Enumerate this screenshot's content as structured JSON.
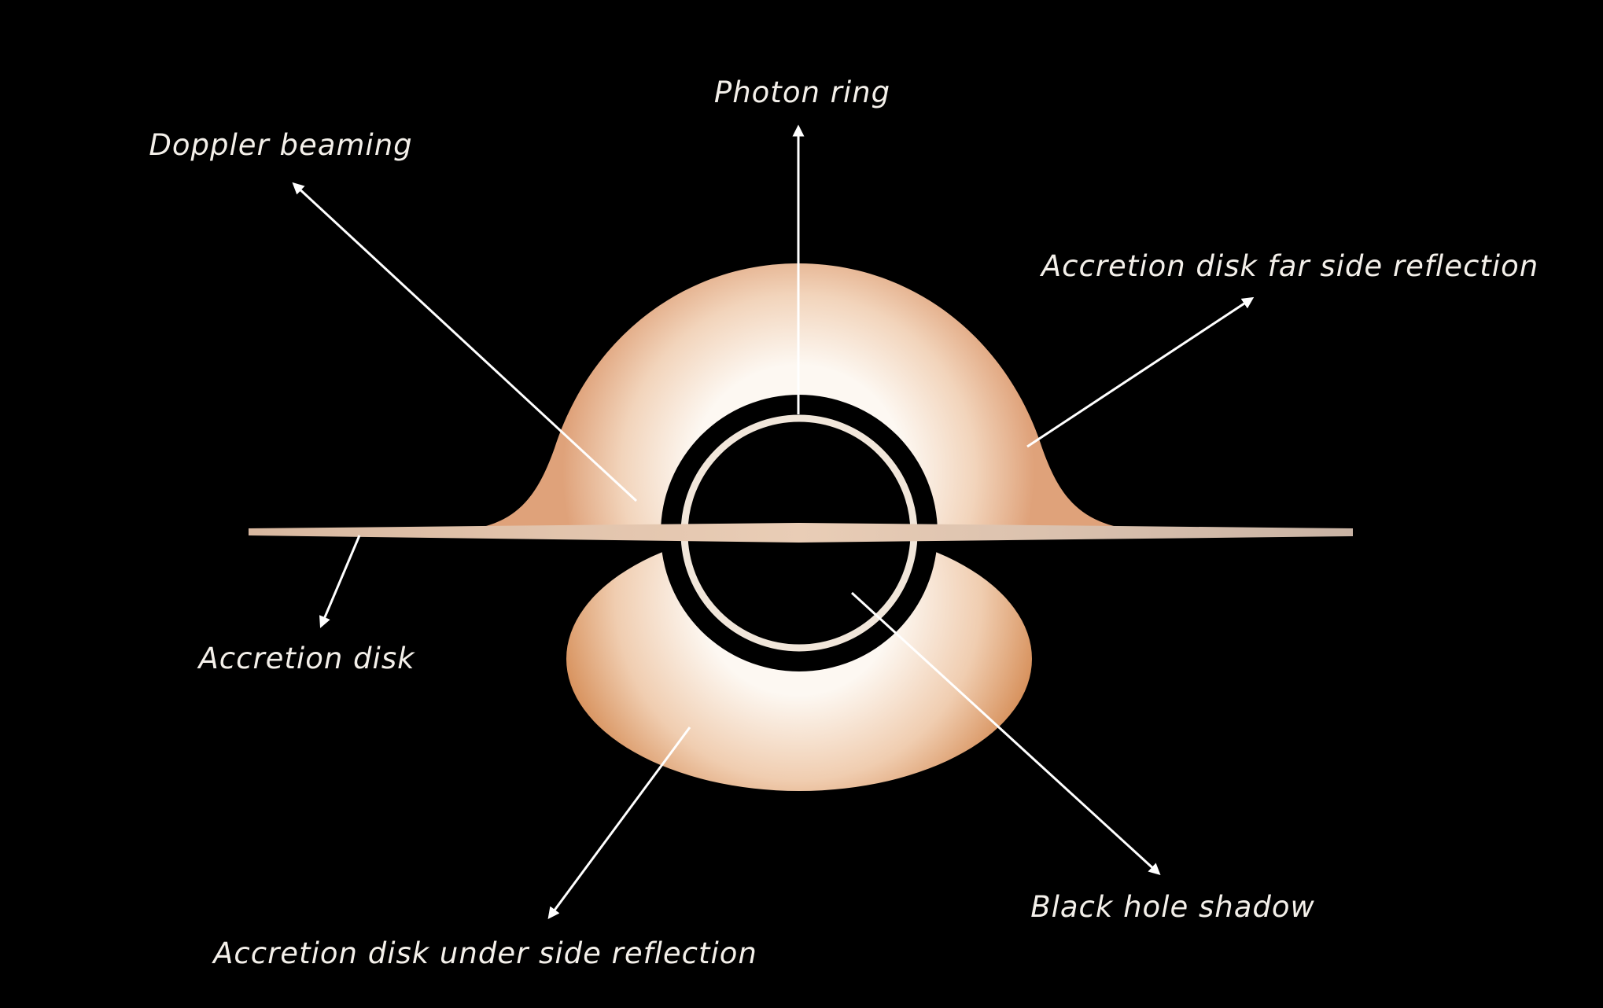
{
  "title": "Black hole anatomy",
  "colors": {
    "background": "#000000",
    "disk_light": "#fbf3ea",
    "disk_warm": "#e2a277",
    "shadow": "#000000",
    "annotation": "#ffffff"
  },
  "labels": {
    "photon_ring": "Photon ring",
    "doppler_beaming": "Doppler beaming",
    "far_side_reflection": "Accretion disk far side reflection",
    "accretion_disk": "Accretion disk",
    "under_side_reflection": "Accretion disk under side reflection",
    "black_hole_shadow": "Black hole shadow"
  }
}
